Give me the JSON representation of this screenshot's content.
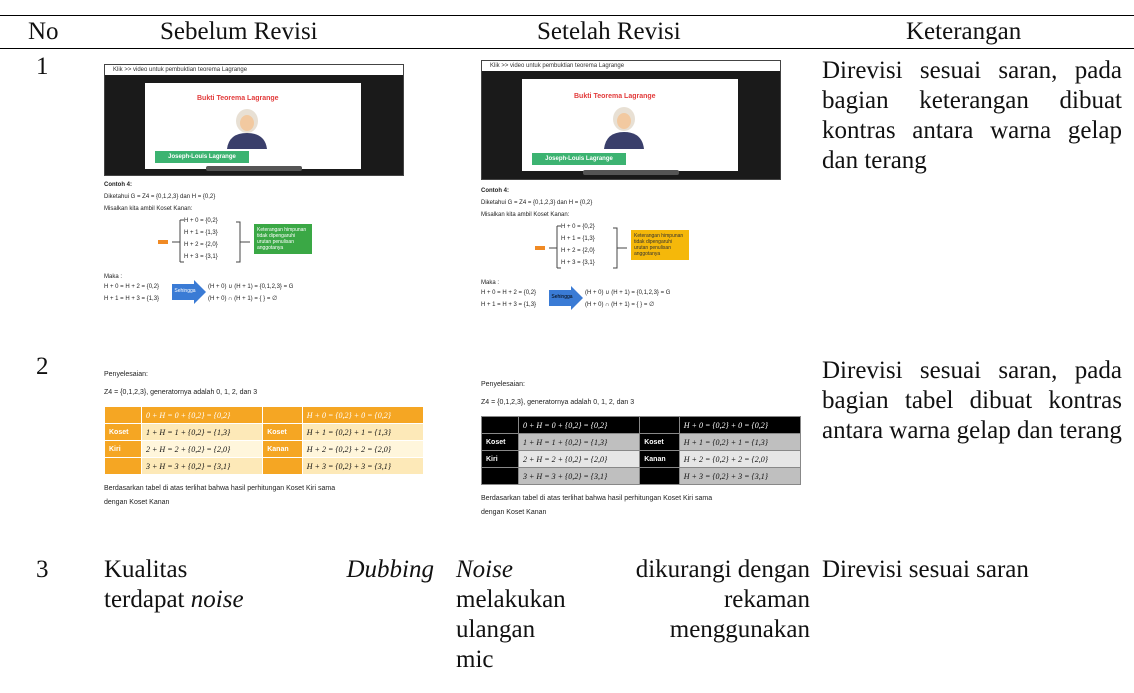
{
  "header": {
    "no": "No",
    "sebelum": "Sebelum Revisi",
    "setelah": "Setelah Revisi",
    "keterangan": "Keterangan"
  },
  "rows": [
    {
      "no": "1",
      "keterangan": "Direvisi sesuai saran, pada bagian keterangan dibuat kontras antara warna gelap dan terang",
      "before": {
        "video_caption": "Klik >> video untuk pembuktian teorema Lagrange",
        "slide_title": "Bukti Teorema Lagrange",
        "name_label": "Joseph-Louis Lagrange",
        "contoh": "Contoh 4:",
        "diketahui": "Diketahui G = Z4 = {0,1,2,3} dan H = {0,2}",
        "misalkan": "Misalkan kita ambil Koset Kanan:",
        "cosets": [
          "H + 0 = {0,2}",
          "H + 1 = {1,3}",
          "H + 2 = {2,0}",
          "H + 3 = {3,1}"
        ],
        "note": "Keterangan himpunan tidak dipengaruhi urutan penulisan anggotanya",
        "note_color": "#3aa845",
        "maka": "Maka :",
        "m1": "H + 0 = H + 2 = {0,2}",
        "m2": "H + 1 = H + 3 = {1,3}",
        "sehingga": "Sehingga",
        "r1": "(H + 0) ∪ (H + 1) = {0,1,2,3} = G",
        "r2": "(H + 0) ∩ (H + 1) = { } = ∅"
      },
      "after": {
        "video_caption": "Klik >> video untuk pembuktian teorema Lagrange",
        "slide_title": "Bukti Teorema Lagrange",
        "name_label": "Joseph-Louis Lagrange",
        "contoh": "Contoh 4:",
        "diketahui": "Diketahui G = Z4 = {0,1,2,3} dan H = {0,2}",
        "misalkan": "Misalkan kita ambil Koset Kanan:",
        "cosets": [
          "H + 0 = {0,2}",
          "H + 1 = {1,3}",
          "H + 2 = {2,0}",
          "H + 3 = {3,1}"
        ],
        "note": "Keterangan himpunan tidak dipengaruhi urutan penulisan anggotanya",
        "note_color": "#f5b80a",
        "maka": "Maka :",
        "m1": "H + 0 = H + 2 = {0,2}",
        "m2": "H + 1 = H + 3 = {1,3}",
        "sehingga": "Sehingga",
        "r1": "(H + 0) ∪ (H + 1) = {0,1,2,3} = G",
        "r2": "(H + 0) ∩ (H + 1) = { } = ∅"
      }
    },
    {
      "no": "2",
      "keterangan": "Direvisi sesuai saran, pada bagian tabel dibuat kontras antara warna gelap dan terang",
      "before": {
        "penyelesaian": "Penyelesaian:",
        "z4": "Z4 = {0,1,2,3}, generatornya adalah 0, 1, 2, dan 3",
        "left_head": "0 + H = 0 + {0,2} = {0,2}",
        "right_head": "H + 0 = {0,2} + 0 = {0,2}",
        "koset_kiri_1": "Koset",
        "koset_kiri_2": "Kiri",
        "koset_kanan_1": "Koset",
        "koset_kanan_2": "Kanan",
        "left_rows": [
          "1 + H = 1 + {0,2} = {1,3}",
          "2 + H = 2 + {0,2} = {2,0}",
          "3 + H = 3 + {0,2} = {3,1}"
        ],
        "right_rows": [
          "H + 1 = {0,2} + 1 = {1,3}",
          "H + 2 = {0,2} + 2 = {2,0}",
          "H + 3 = {0,2} + 3 = {3,1}"
        ],
        "conclusion1": "Berdasarkan tabel di atas terlihat bahwa hasil perhitungan Koset Kiri sama",
        "conclusion2": "dengan Koset Kanan"
      },
      "after": {
        "penyelesaian": "Penyelesaian:",
        "z4": "Z4 = {0,1,2,3}, generatornya adalah 0, 1, 2, dan 3",
        "left_head": "0 + H = 0 + {0,2} = {0,2}",
        "right_head": "H + 0 = {0,2} + 0 = {0,2}",
        "koset_kiri_1": "Koset",
        "koset_kiri_2": "Kiri",
        "koset_kanan_1": "Koset",
        "koset_kanan_2": "Kanan",
        "left_rows": [
          "1 + H = 1 + {0,2} = {1,3}",
          "2 + H = 2 + {0,2} = {2,0}",
          "3 + H = 3 + {0,2} = {3,1}"
        ],
        "right_rows": [
          "H + 1 = {0,2} + 1 = {1,3}",
          "H + 2 = {0,2} + 2 = {2,0}",
          "H + 3 = {0,2} + 3 = {3,1}"
        ],
        "conclusion1": "Berdasarkan tabel di atas terlihat bahwa hasil perhitungan Koset Kiri sama",
        "conclusion2": "dengan Koset Kanan"
      }
    },
    {
      "no": "3",
      "keterangan": "Direvisi sesuai saran",
      "before_text": {
        "w1": "Kualitas",
        "w2": "Dubbing",
        "w3": "terdapat",
        "w4": "noise"
      },
      "after_text": {
        "w1": "Noise",
        "w2": "dikurangi dengan",
        "l2a": "melakukan",
        "l2b": "rekaman",
        "l3a": "ulangan",
        "l3b": "menggunakan",
        "l4": "mic"
      }
    }
  ]
}
